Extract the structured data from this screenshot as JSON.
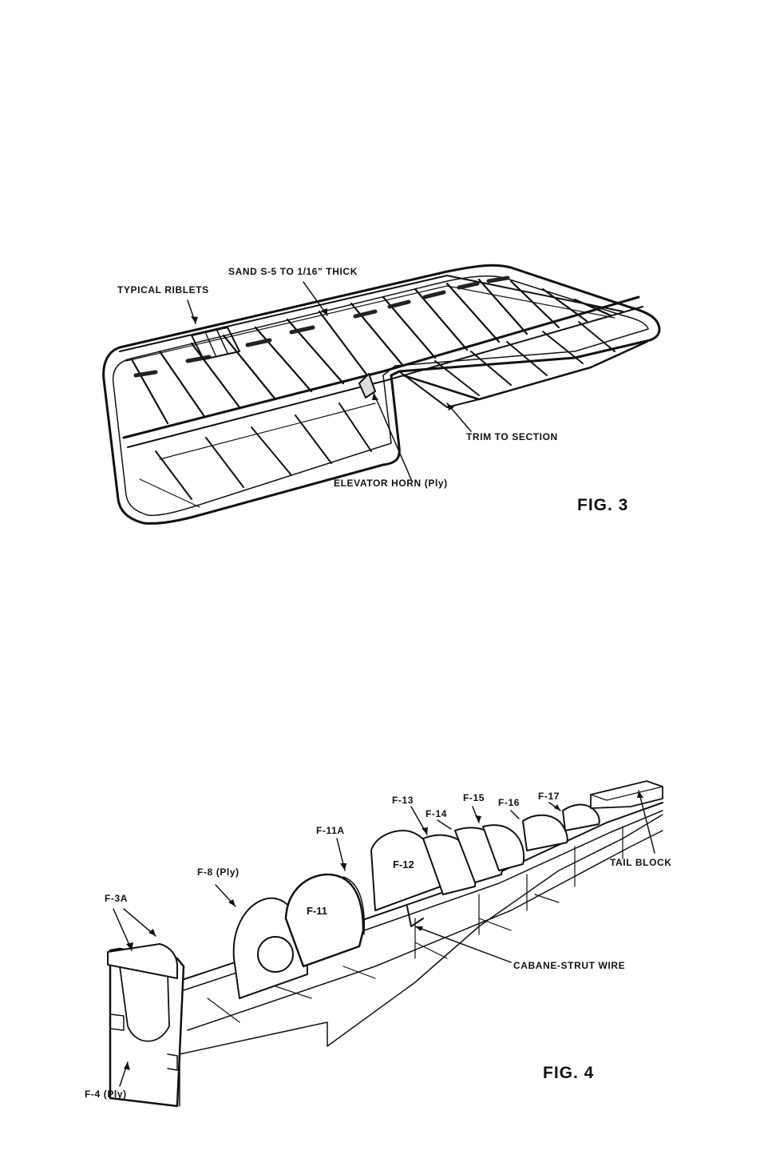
{
  "figure3": {
    "title": "FIG. 3",
    "labels": {
      "sand": "SAND S-5 TO 1/16\" THICK",
      "riblets": "TYPICAL RIBLETS",
      "trim": "TRIM TO SECTION",
      "horn": "ELEVATOR HORN (Ply)"
    }
  },
  "figure4": {
    "title": "FIG. 4",
    "labels": {
      "f3a": "F-3A",
      "f4": "F-4 (Ply)",
      "f8": "F-8 (Ply)",
      "f11": "F-11",
      "f11a": "F-11A",
      "f12": "F-12",
      "f13": "F-13",
      "f14": "F-14",
      "f15": "F-15",
      "f16": "F-16",
      "f17": "F-17",
      "tail_block": "TAIL BLOCK",
      "cabane": "CABANE-STRUT WIRE"
    }
  }
}
